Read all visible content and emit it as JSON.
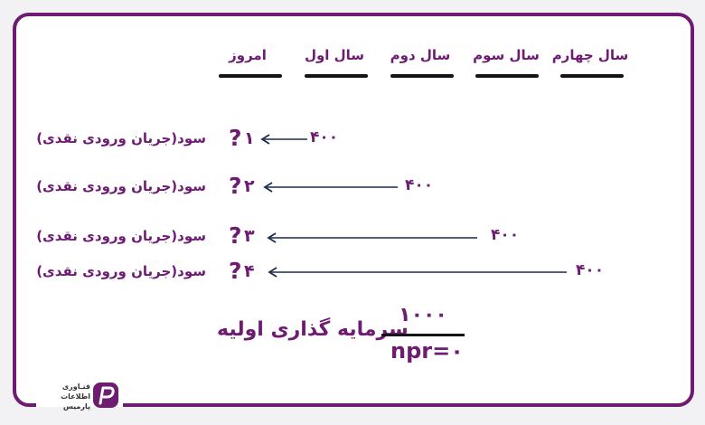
{
  "columns": [
    {
      "label": "امروز"
    },
    {
      "label": "سال اول"
    },
    {
      "label": "سال دوم"
    },
    {
      "label": "سال سوم"
    },
    {
      "label": "سال چهارم"
    }
  ],
  "rows": [
    {
      "profit_label": "سود(جریان ورودی نقدی)",
      "question": "?",
      "index": "۱",
      "cash_flow": "۴۰۰"
    },
    {
      "profit_label": "سود(جریان ورودی نقدی)",
      "question": "?",
      "index": "۲",
      "cash_flow": "۴۰۰"
    },
    {
      "profit_label": "سود(جریان ورودی نقدی)",
      "question": "?",
      "index": "۳",
      "cash_flow": "۴۰۰"
    },
    {
      "profit_label": "سود(جریان ورودی نقدی)",
      "question": "?",
      "index": "۴",
      "cash_flow": "۴۰۰"
    }
  ],
  "formula": {
    "label": "سرمایه گذاری اولیه",
    "numerator": "۱۰۰۰",
    "denominator": "npr=۰"
  },
  "logo": {
    "line1": "فنـاوری",
    "line2": "اطلاعات",
    "line3": "پارمیس"
  },
  "colors": {
    "accent": "#6d1c72",
    "arrow": "#1c2c4c",
    "line": "#151515"
  }
}
